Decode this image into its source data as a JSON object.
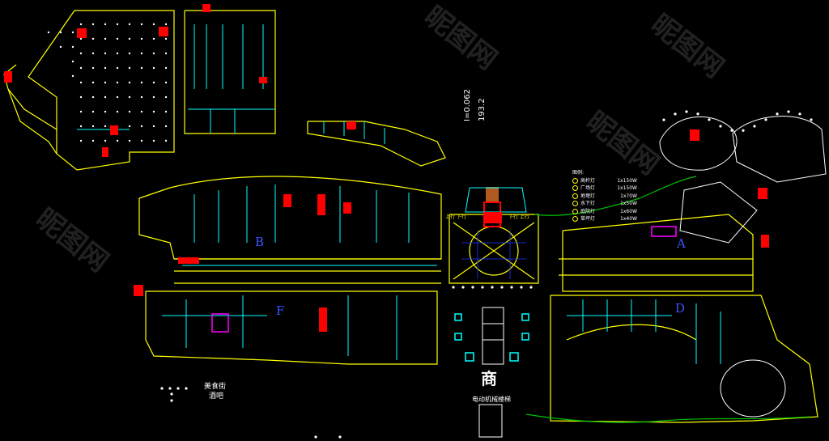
{
  "labels": {
    "food_street": "美食街",
    "bar": "酒吧",
    "shop_char": "商",
    "escalator": "电动机械楼梯",
    "elev_1": "I=0.062",
    "elev_2": "193.2",
    "stair_left": "上行 下行",
    "stair_right": "下行 上行"
  },
  "zones": {
    "a": "A",
    "b": "B",
    "d": "D",
    "f": "F"
  },
  "legend": {
    "title": "图例:",
    "items": [
      {
        "name": "高杆灯",
        "spec": "1x150W"
      },
      {
        "name": "广场灯",
        "spec": "1x150W"
      },
      {
        "name": "地埋灯",
        "spec": "1x70W"
      },
      {
        "name": "水下灯",
        "spec": "1x50W"
      },
      {
        "name": "庭院灯",
        "spec": "1x60W"
      },
      {
        "name": "草坪灯",
        "spec": "1x40W"
      }
    ]
  },
  "watermark": "昵图网",
  "colors": {
    "background": "#000000",
    "walls": "#ffff00",
    "partitions": "#00ffff",
    "fixtures": "#ffffff",
    "stairs": "#ff0000",
    "landscape": "#00c000",
    "accent": "#ff00ff",
    "zone_letters": "#3a56ff"
  }
}
